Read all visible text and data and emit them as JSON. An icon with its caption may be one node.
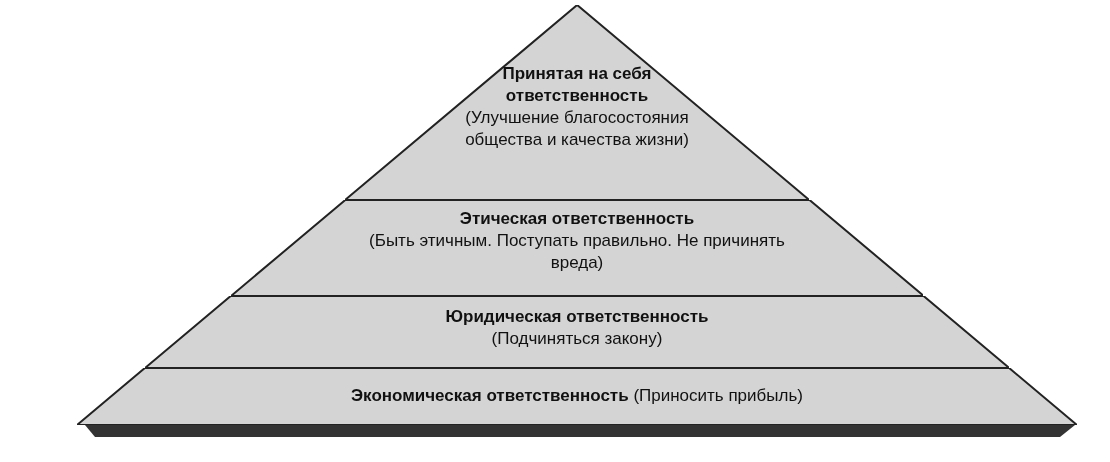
{
  "diagram": {
    "nodes": [
      {
        "text": [
          "Принятая на себя ответственность",
          "(Улучшение благосостояния общества и качества жизни)"
        ]
      },
      {
        "text": [
          "Этическая ответственность",
          "(Быть этичным. Поступать правильно. Не причинять вреда)"
        ]
      },
      {
        "text": [
          "Юридическая ответственность",
          "(Подчиняться закону)"
        ]
      },
      {
        "text": [
          "Экономическая ответственность",
          "(Приносить прибыль)"
        ]
      }
    ]
  }
}
